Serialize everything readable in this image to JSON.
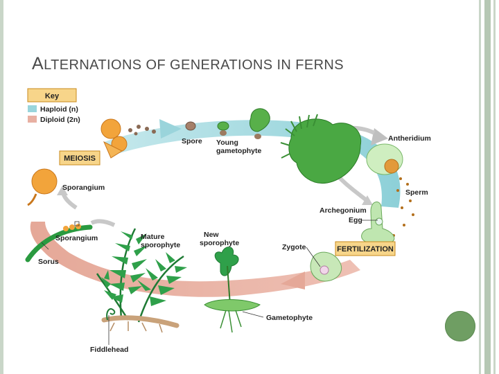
{
  "slide": {
    "title_first": "A",
    "title_rest": "LTERNATIONS OF GENERATIONS IN FERNS"
  },
  "key": {
    "title": "Key",
    "haploid": "Haploid (n)",
    "diploid": "Diploid (2n)",
    "colors": {
      "haploid": "#99d5dc",
      "diploid": "#e8b0a2",
      "box": "#f7d58a"
    }
  },
  "labels": {
    "meiosis": "MEIOSIS",
    "spore": "Spore",
    "young_gametophyte_1": "Young",
    "young_gametophyte_2": "gametophyte",
    "antheridium": "Antheridium",
    "sperm": "Sperm",
    "archegonium": "Archegonium",
    "egg": "Egg",
    "fertilization": "FERTILIZATION",
    "zygote": "Zygote",
    "new_sporophyte_1": "New",
    "new_sporophyte_2": "sporophyte",
    "mature_sporophyte_1": "Mature",
    "mature_sporophyte_2": "sporophyte",
    "sporangium_upper": "Sporangium",
    "sporangium_lower": "Sporangium",
    "sorus": "Sorus",
    "fiddlehead": "Fiddlehead",
    "gametophyte": "Gametophyte"
  }
}
